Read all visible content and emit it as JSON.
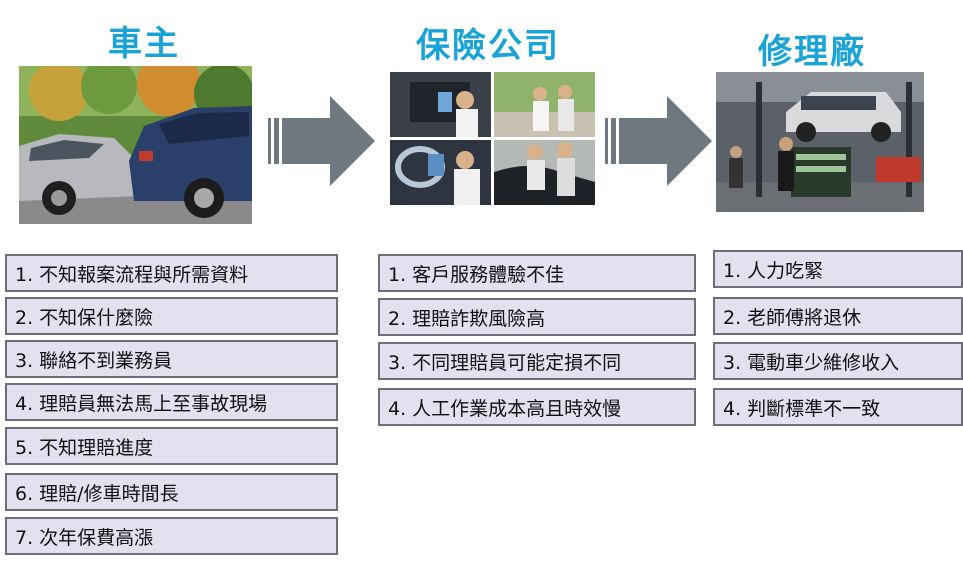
{
  "columns": [
    {
      "title": "車主",
      "photo_icon": "car-crash-photo",
      "items": [
        "1. 不知報案流程與所需資料",
        "2. 不知保什麼險",
        "3. 聯絡不到業務員",
        "4. 理賠員無法馬上至事故現場",
        "5. 不知理賠進度",
        "6. 理賠/修車時間長",
        "7. 次年保費高漲"
      ]
    },
    {
      "title": "保險公司",
      "photo_icon": "insurance-adjuster-photo",
      "items": [
        "1. 客戶服務體驗不佳",
        "2.  理賠詐欺風險高",
        "3. 不同理賠員可能定損不同",
        "4. 人工作業成本高且時效慢"
      ]
    },
    {
      "title": "修理廠",
      "photo_icon": "repair-shop-photo",
      "items": [
        "1.  人力吃緊",
        "2.  老師傅將退休",
        "3.  電動車少維修收入",
        "4.  判斷標準不一致"
      ]
    }
  ],
  "colors": {
    "title": "#1aa3d6",
    "box_fill": "#e3e1ef",
    "box_border": "#6e6e7a",
    "arrow": "#6f7780"
  }
}
